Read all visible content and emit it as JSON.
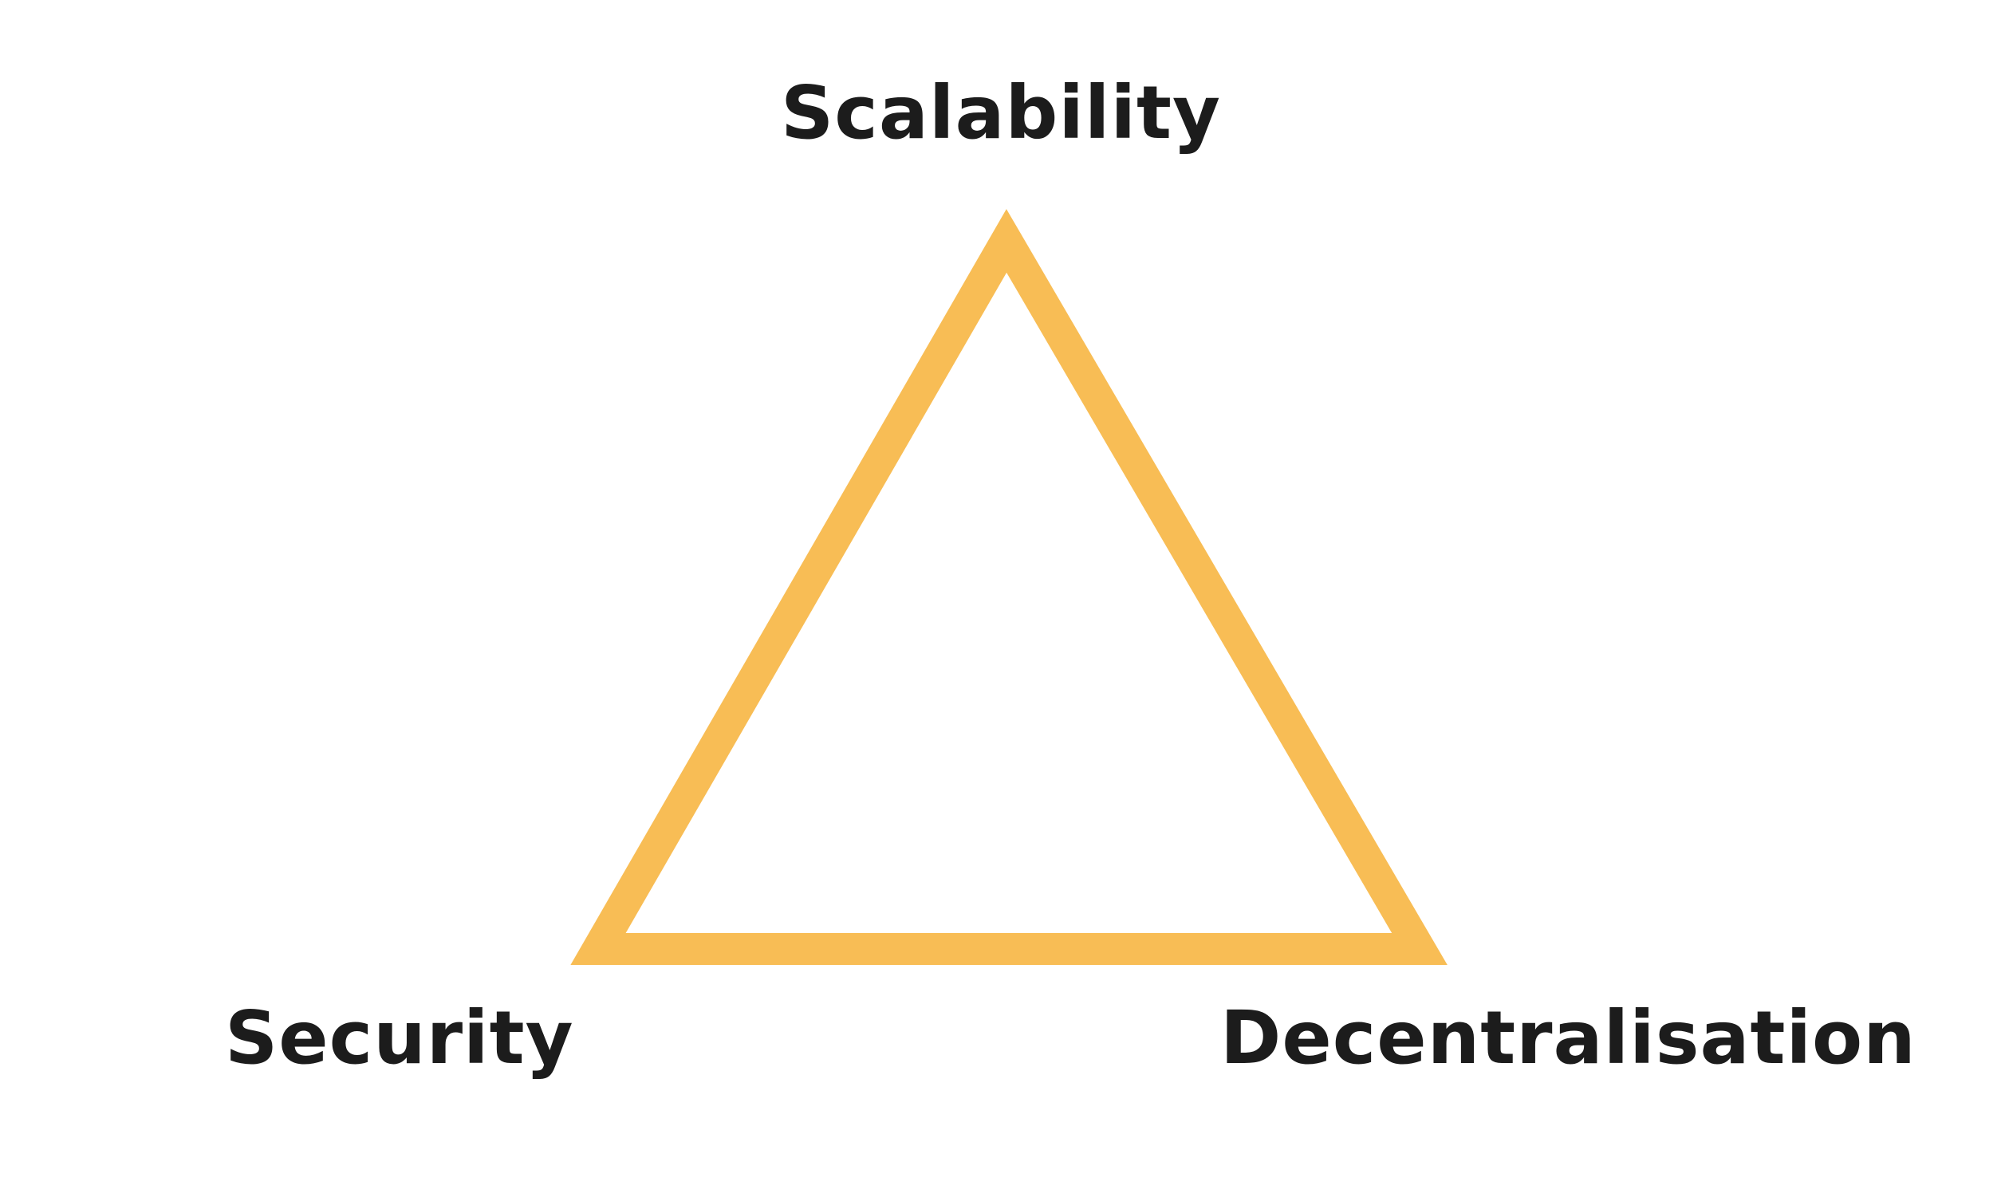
{
  "labels": {
    "top": "Scalability",
    "left": "Security",
    "right": "Decentralisation"
  },
  "colors": {
    "triangle": "#F8BD55",
    "text": "#1C1C1C",
    "background": "#FFFFFF"
  }
}
